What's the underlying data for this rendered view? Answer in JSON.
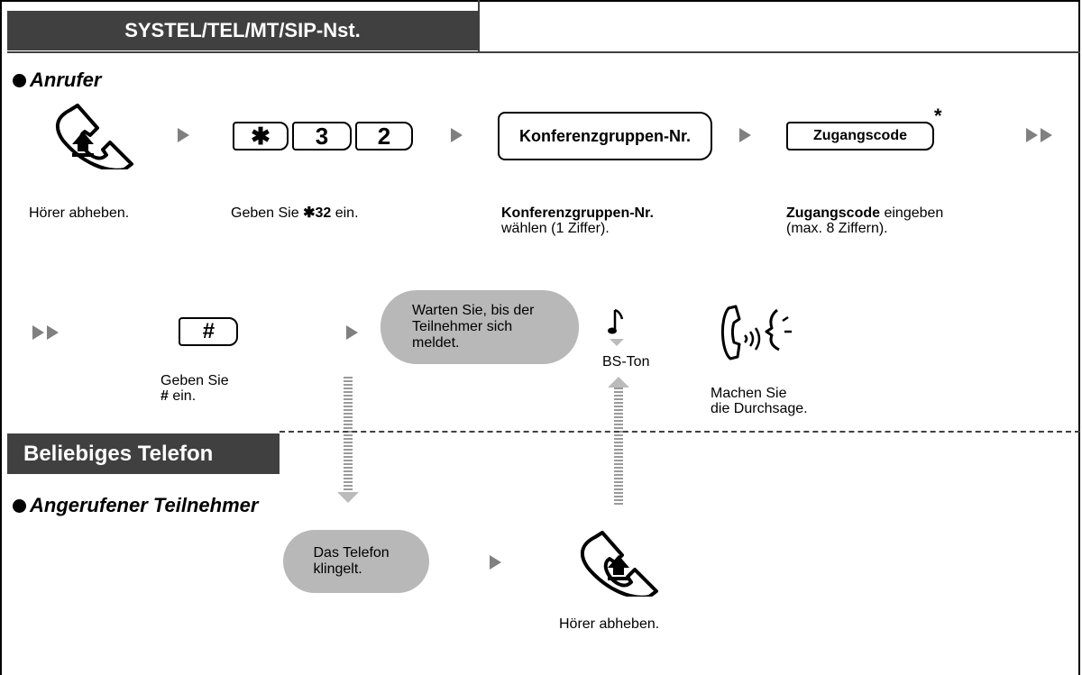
{
  "header": {
    "title": "SYSTEL/TEL/MT/SIP-Nst."
  },
  "section_caller": {
    "label": "Anrufer"
  },
  "section_called": {
    "label": "Angerufener Teilnehmer"
  },
  "footer_header": {
    "title": "Beliebiges Telefon"
  },
  "keys": {
    "star": "✱",
    "three": "3",
    "two": "2",
    "hash": "#"
  },
  "boxes": {
    "conference_no": "Konferenzgruppen-Nr.",
    "access_code": "Zugangscode",
    "asterisk": "*"
  },
  "steps": {
    "lift_1": "Hörer abheben.",
    "dial_prefix": "Geben Sie ",
    "dial_star": "✱",
    "dial_code": "32",
    "dial_suffix": " ein.",
    "conf_bold": "Konferenzgruppen-Nr.",
    "conf_rest": "wählen (1 Ziffer).",
    "access_bold": "Zugangscode",
    "access_rest_1": " eingeben",
    "access_rest_2": "(max. 8 Ziffern).",
    "hash_line1": "Geben Sie",
    "hash_bold": "#",
    "hash_rest": " ein.",
    "wait_bubble": "Warten Sie, bis der Teilnehmer sich meldet.",
    "tone": "BS-Ton",
    "announce_1": "Machen Sie",
    "announce_2": "die Durchsage.",
    "ring_bubble": "Das Telefon klingelt.",
    "lift_2": "Hörer abheben."
  }
}
